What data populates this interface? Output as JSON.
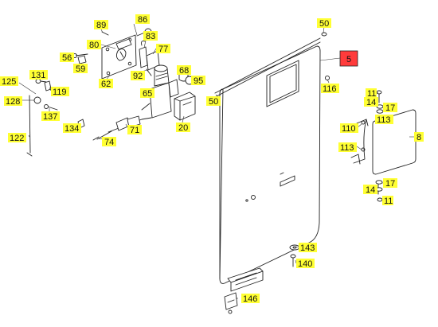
{
  "diagram": {
    "callout_fill": "#ffff33",
    "highlight_fill": "#ff3b3b",
    "callouts": [
      {
        "id": "c-89",
        "label": "89"
      },
      {
        "id": "c-86",
        "label": "86"
      },
      {
        "id": "c-80",
        "label": "80"
      },
      {
        "id": "c-83",
        "label": "83"
      },
      {
        "id": "c-56",
        "label": "56"
      },
      {
        "id": "c-77",
        "label": "77"
      },
      {
        "id": "c-59",
        "label": "59"
      },
      {
        "id": "c-62",
        "label": "62"
      },
      {
        "id": "c-92",
        "label": "92"
      },
      {
        "id": "c-68",
        "label": "68"
      },
      {
        "id": "c-95",
        "label": "95"
      },
      {
        "id": "c-131",
        "label": "131"
      },
      {
        "id": "c-125",
        "label": "125"
      },
      {
        "id": "c-119",
        "label": "119"
      },
      {
        "id": "c-128",
        "label": "128"
      },
      {
        "id": "c-65",
        "label": "65"
      },
      {
        "id": "c-137",
        "label": "137"
      },
      {
        "id": "c-134",
        "label": "134"
      },
      {
        "id": "c-71",
        "label": "71"
      },
      {
        "id": "c-20",
        "label": "20"
      },
      {
        "id": "c-122",
        "label": "122"
      },
      {
        "id": "c-74",
        "label": "74"
      },
      {
        "id": "c-50a",
        "label": "50"
      },
      {
        "id": "c-5",
        "label": "5"
      },
      {
        "id": "c-116",
        "label": "116"
      },
      {
        "id": "c-50b",
        "label": "50"
      },
      {
        "id": "c-11a",
        "label": "11"
      },
      {
        "id": "c-14a",
        "label": "14"
      },
      {
        "id": "c-17a",
        "label": "17"
      },
      {
        "id": "c-113a",
        "label": "113"
      },
      {
        "id": "c-110",
        "label": "110"
      },
      {
        "id": "c-8",
        "label": "8"
      },
      {
        "id": "c-113b",
        "label": "113"
      },
      {
        "id": "c-17b",
        "label": "17"
      },
      {
        "id": "c-14b",
        "label": "14"
      },
      {
        "id": "c-11b",
        "label": "11"
      },
      {
        "id": "c-143",
        "label": "143"
      },
      {
        "id": "c-140",
        "label": "140"
      },
      {
        "id": "c-146",
        "label": "146"
      }
    ]
  }
}
